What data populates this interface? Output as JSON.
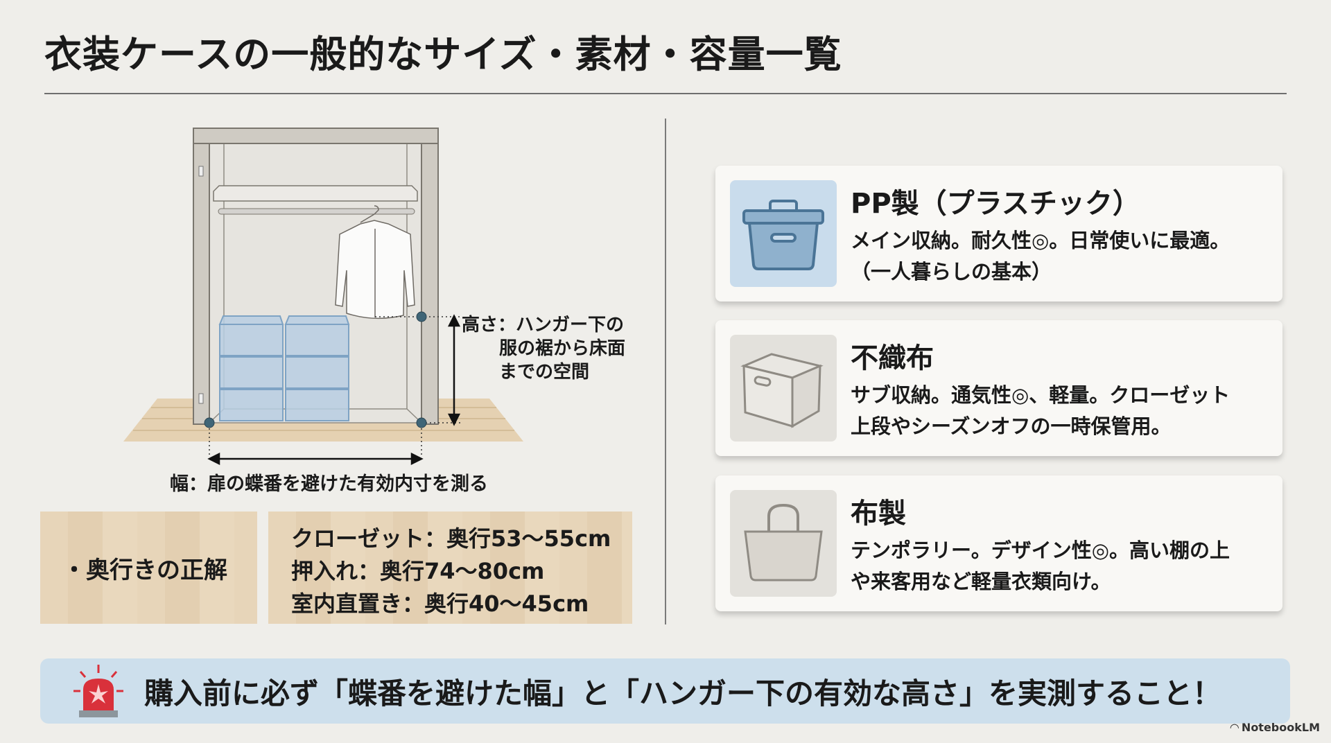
{
  "title": "衣装ケースの一般的なサイズ・素材・容量一覧",
  "diagram": {
    "width_label": "幅：扉の蝶番を避けた有効内寸を測る",
    "height_label": [
      "高さ：ハンガー下の",
      "服の裾から床面",
      "までの空間"
    ]
  },
  "depth": {
    "heading": "・奥行きの正解",
    "items": [
      "クローゼット：奥行53〜55cm",
      "押入れ：奥行74〜80cm",
      "室内直置き：奥行40〜45cm"
    ]
  },
  "materials": [
    {
      "title": "PP製（プラスチック）",
      "desc": [
        "メイン収納。耐久性◎。日常使いに最適。",
        "（一人暮らしの基本）"
      ],
      "icon": "plastic-box-icon"
    },
    {
      "title": "不織布",
      "desc": [
        "サブ収納。通気性◎、軽量。クローゼット",
        "上段やシーズンオフの一時保管用。"
      ],
      "icon": "fabric-box-icon"
    },
    {
      "title": "布製",
      "desc": [
        "テンポラリー。デザイン性◎。高い棚の上",
        "や来客用など軽量衣類向け。"
      ],
      "icon": "tote-bag-icon"
    }
  ],
  "banner": {
    "text": "購入前に必ず「蝶番を避けた幅」と「ハンガー下の有効な高さ」を実測すること！",
    "icon": "siren-icon"
  },
  "logo": "NotebookLM",
  "colors": {
    "background": "#efeeea",
    "banner": "#cddfec",
    "wood": "#e7d5b9",
    "accent_dot": "#3f6577",
    "siren": "#d9313b"
  }
}
